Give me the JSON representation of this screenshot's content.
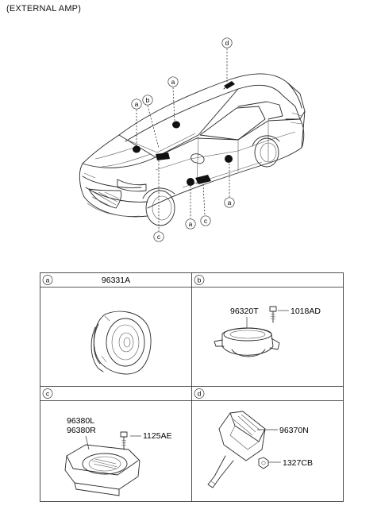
{
  "header": {
    "note": "(EXTERNAL AMP)"
  },
  "callouts": [
    "a",
    "b",
    "c",
    "d"
  ],
  "car_callouts": [
    {
      "letter": "d"
    },
    {
      "letter": "a"
    },
    {
      "letter": "b"
    },
    {
      "letter": "a"
    },
    {
      "letter": "a"
    },
    {
      "letter": "a"
    },
    {
      "letter": "c"
    },
    {
      "letter": "c"
    }
  ],
  "panels": [
    {
      "letter": "a",
      "title": "96331A",
      "parts": []
    },
    {
      "letter": "b",
      "title": "",
      "parts": [
        "96320T",
        "1018AD"
      ]
    },
    {
      "letter": "c",
      "title": "",
      "parts": [
        "96380L",
        "96380R",
        "1125AE"
      ]
    },
    {
      "letter": "d",
      "title": "",
      "parts": [
        "96370N",
        "1327CB"
      ]
    }
  ]
}
